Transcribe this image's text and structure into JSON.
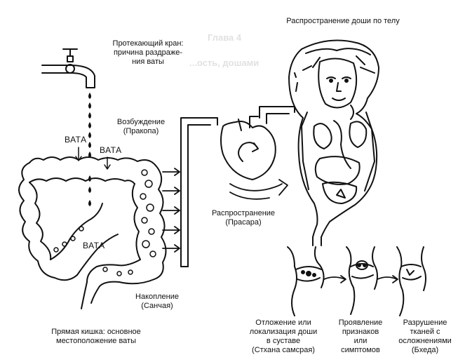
{
  "title": "Распространение доши по телу",
  "faucet_label": "Протекающий кран:\nпричина раздраже-\nния ваты",
  "stage_provocation": "Возбуждение\n(Пракопа)",
  "vata_labels": [
    "ВАТА",
    "ВАТА",
    "ВАТА"
  ],
  "stage_spread": "Распространение\n(Прасара)",
  "stage_accumulation": "Накопление\n(Санчая)",
  "rectum_label": "Прямая кишка: основное\nместоположение ваты",
  "stage_localization": "Отложение или\nлокализация доши\nв суставе\n(Стхана самсрая)",
  "stage_manifestation": "Проявление\nпризнаков\nили\nсимптомов",
  "stage_destruction": "Разрушение\nтканей с\nосложнениями\n(Бхеда)",
  "ghost_text": [
    "Глава 4",
    "...ость, дошами"
  ]
}
